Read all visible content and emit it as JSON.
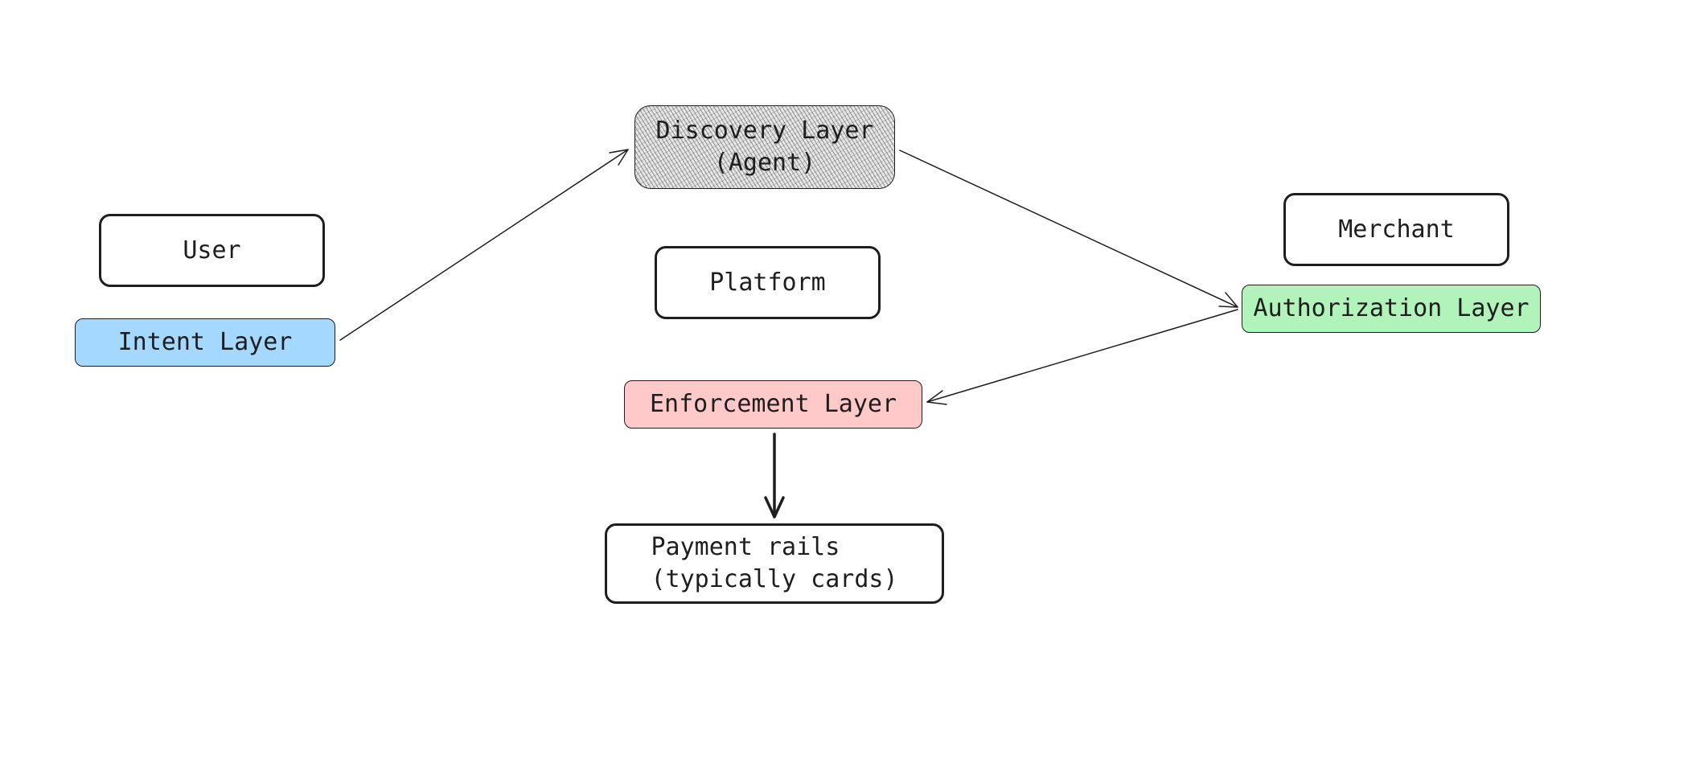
{
  "diagram": {
    "nodes": {
      "user": {
        "label": "User"
      },
      "intent_layer": {
        "label": "Intent Layer",
        "fill": "#a5d8ff"
      },
      "discovery_layer": {
        "label": "Discovery Layer\n(Agent)",
        "fill": "#e9ecef"
      },
      "platform": {
        "label": "Platform"
      },
      "enforcement_layer": {
        "label": "Enforcement Layer",
        "fill": "#ffc9c9"
      },
      "payment_rails": {
        "label": "Payment rails\n(typically cards)"
      },
      "merchant": {
        "label": "Merchant"
      },
      "authorization_layer": {
        "label": "Authorization Layer",
        "fill": "#b2f2bb"
      }
    },
    "edges": [
      {
        "from": "Intent Layer",
        "to": "Discovery Layer"
      },
      {
        "from": "Discovery Layer",
        "to": "Authorization Layer"
      },
      {
        "from": "Authorization Layer",
        "to": "Enforcement Layer"
      },
      {
        "from": "Enforcement Layer",
        "to": "Payment rails"
      }
    ]
  }
}
